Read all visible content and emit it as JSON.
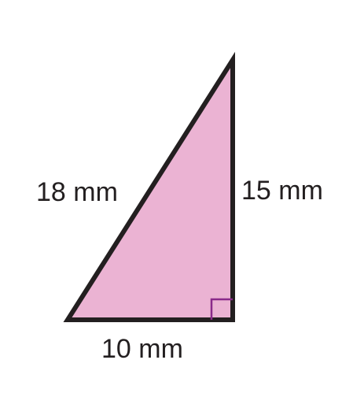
{
  "labels": {
    "hypotenuse": "18 mm",
    "vertical_leg": "15 mm",
    "base": "10 mm"
  },
  "colors": {
    "fill": "#ebb3d3",
    "stroke": "#231f20",
    "right_angle_marker": "#8a2a8a",
    "background": "#ffffff"
  }
}
